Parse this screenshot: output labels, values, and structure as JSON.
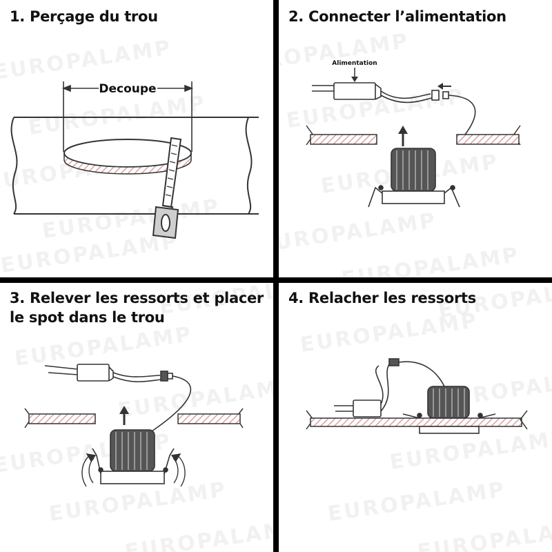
{
  "watermark": "EUROPALAMP",
  "colors": {
    "hatch": "#d9a0a0",
    "ink": "#333333",
    "border": "#000000"
  },
  "steps": [
    {
      "title": "1. Perçage du trou",
      "callout": "Decoupe"
    },
    {
      "title": "2. Connecter l’alimentation",
      "callout": "Alimentation"
    },
    {
      "title_lines": [
        "3. Relever les ressorts et placer",
        "le spot dans le trou"
      ]
    },
    {
      "title": "4. Relacher les ressorts"
    }
  ]
}
